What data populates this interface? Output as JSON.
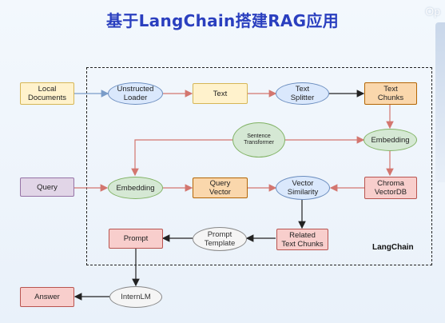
{
  "title": "基于LangChain搭建RAG应用",
  "corner_logo": "Op",
  "frame_label": "LangChain",
  "nodes": {
    "local_documents": "Local\nDocuments",
    "unstructured_loader": "Unstructed\nLoader",
    "text": "Text",
    "text_splitter": "Text\nSplitter",
    "text_chunks": "Text\nChunks",
    "sentence_transformer": "Sentence\nTransformer",
    "embedding_right": "Embedding",
    "query": "Query",
    "embedding_left": "Embedding",
    "query_vector": "Query\nVector",
    "vector_similarity": "Vector\nSimilarity",
    "chroma_vectordb": "Chroma\nVectorDB",
    "prompt": "Prompt",
    "prompt_template": "Prompt\nTemplate",
    "related_text_chunks": "Related\nText Chunks",
    "answer": "Answer",
    "internlm": "InternLM"
  },
  "colors": {
    "title": "#2a3fbf",
    "blue_arrow": "#7a9cc8",
    "red_arrow": "#d3766f",
    "black_arrow": "#222222"
  }
}
